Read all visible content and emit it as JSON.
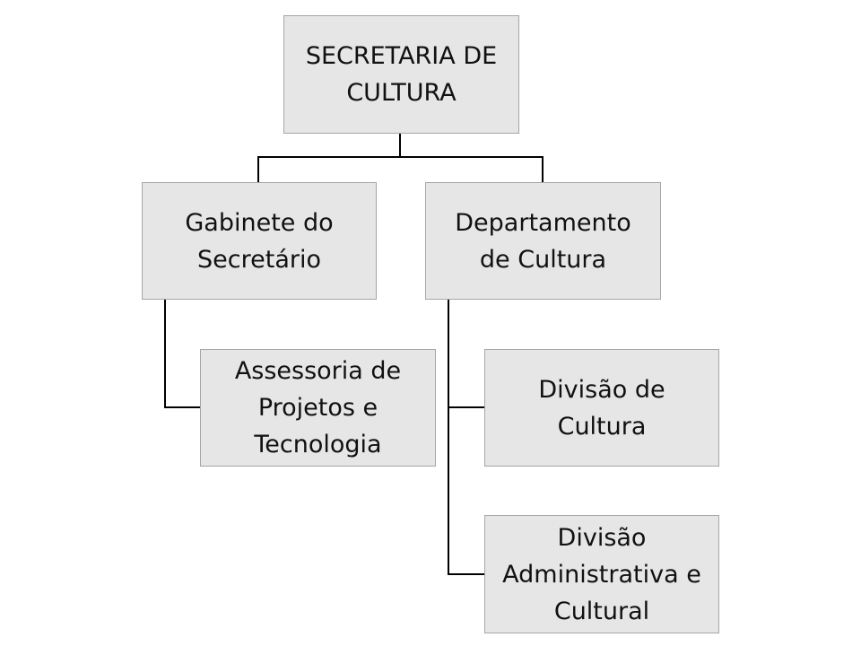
{
  "nodes": {
    "root": {
      "lines": [
        "SECRETARIA DE",
        "CULTURA"
      ]
    },
    "gabinete": {
      "lines": [
        "Gabinete do",
        "Secretário"
      ]
    },
    "departamento": {
      "lines": [
        "Departamento",
        "de Cultura"
      ]
    },
    "assessoria": {
      "lines": [
        "Assessoria de",
        "Projetos e",
        "Tecnologia"
      ]
    },
    "divisao_cultura": {
      "lines": [
        "Divisão de",
        "Cultura"
      ]
    },
    "divisao_admin": {
      "lines": [
        "Divisão",
        "Administrativa e",
        "Cultural"
      ]
    }
  },
  "colors": {
    "box_fill": "#e6e6e6",
    "box_border": "#a6a6a6",
    "connector": "#000000",
    "text": "#111111"
  }
}
